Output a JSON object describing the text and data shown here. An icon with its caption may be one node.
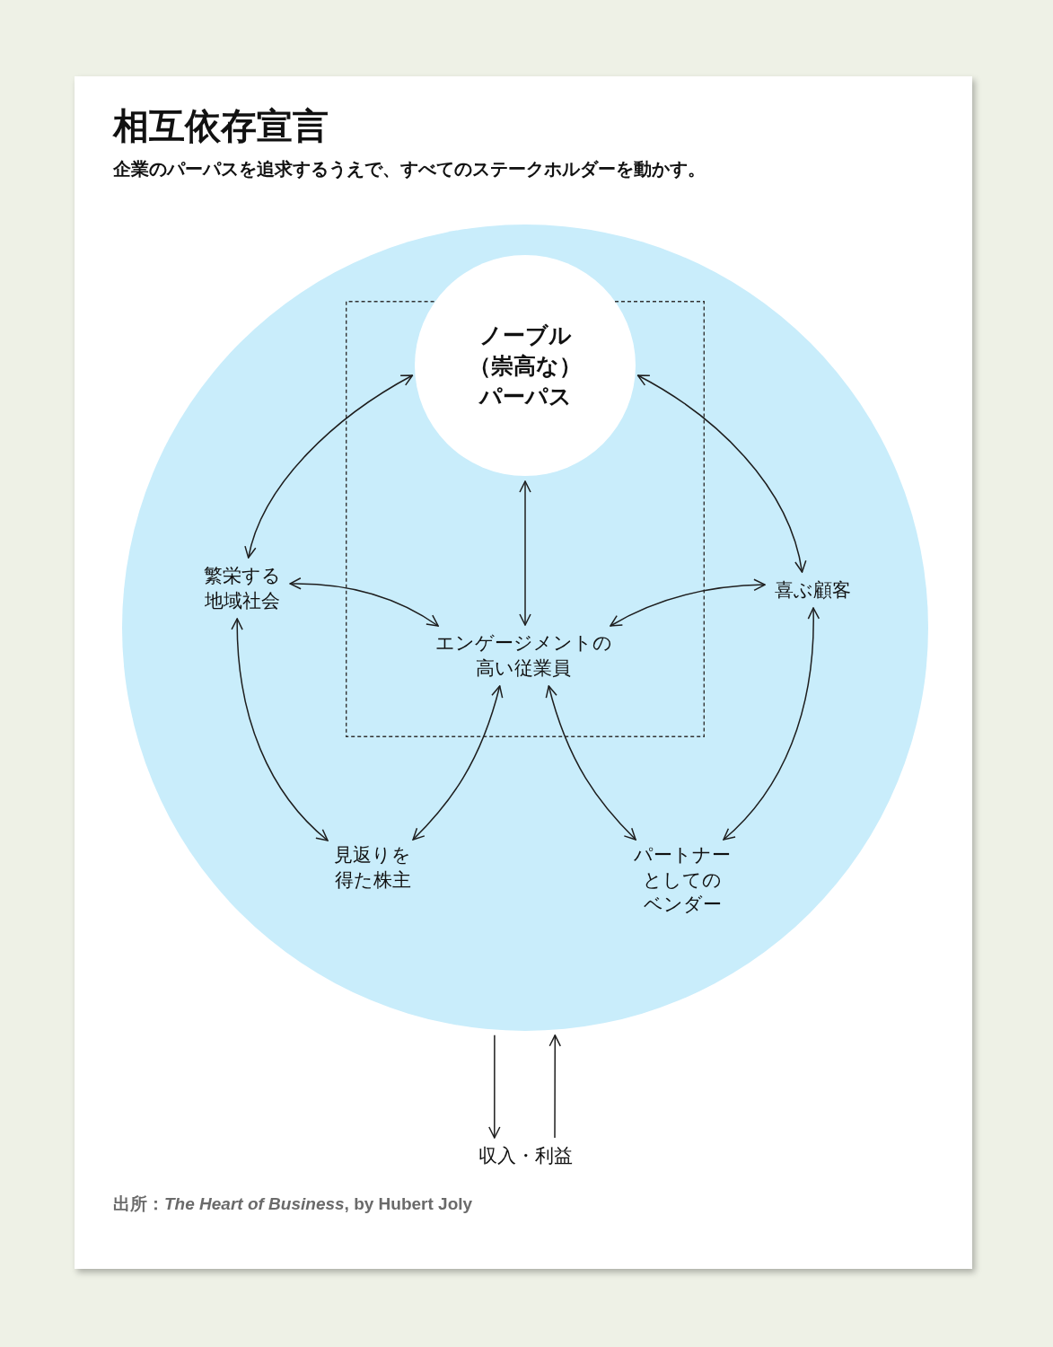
{
  "diagram": {
    "title": "相互依存宣言",
    "nodes": [
      {
        "text": [],
        "shape": "circle"
      },
      {
        "text": [],
        "shape": "box",
        "in": 0
      },
      {
        "text": [
          "ノーブル（崇高な）パーパス"
        ],
        "in": 0
      },
      {
        "text": [
          "繁栄する地域社会"
        ],
        "in": 0
      },
      {
        "text": [
          "喜ぶ顧客"
        ],
        "in": 0
      },
      {
        "text": [
          "エンゲージメントの高い従業員"
        ],
        "in": 1
      },
      {
        "text": [
          "見返りを得た株主"
        ],
        "in": 0
      },
      {
        "text": [
          "パートナーとしてのベンダー"
        ],
        "in": 0
      },
      {
        "text": [
          "収入・利益"
        ]
      }
    ],
    "edges": [
      {
        "from": 2,
        "to": 3,
        "arrow": "both"
      },
      {
        "from": 2,
        "to": 4,
        "arrow": "both"
      },
      {
        "from": 2,
        "to": 5,
        "arrow": "both"
      },
      {
        "from": 3,
        "to": 5,
        "arrow": "both"
      },
      {
        "from": 4,
        "to": 5,
        "arrow": "both"
      },
      {
        "from": 3,
        "to": 6,
        "arrow": "both"
      },
      {
        "from": 5,
        "to": 6,
        "arrow": "both"
      },
      {
        "from": 5,
        "to": 7,
        "arrow": "both"
      },
      {
        "from": 4,
        "to": 7,
        "arrow": "both"
      },
      {
        "from": 0,
        "to": 8,
        "arrow": "to"
      },
      {
        "from": 8,
        "to": 0,
        "arrow": "to"
      }
    ],
    "labels": [
      "企業のパーパスを追求するうえで、すべてのステークホルダーを動かす。",
      "出所：*The Heart of Business*, by Hubert Joly"
    ]
  }
}
